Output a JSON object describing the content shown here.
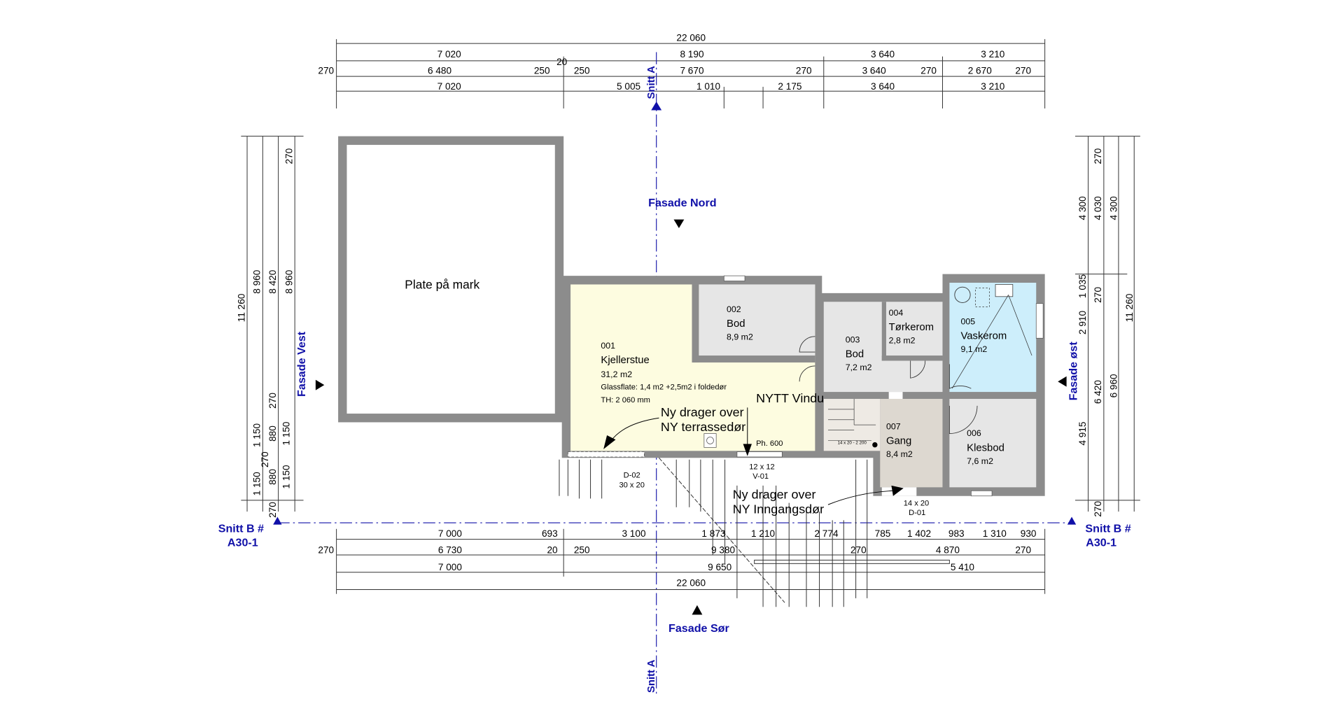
{
  "plan": {
    "slab_label": "Plate på mark",
    "rooms": [
      {
        "number": "001",
        "name": "Kjellerstue",
        "area": "31,2 m2",
        "glass": "Glassflate: 1,4 m2 +2,5m2 i foldedør",
        "height": "TH: 2 060 mm"
      },
      {
        "number": "002",
        "name": "Bod",
        "area": "8,9 m2"
      },
      {
        "number": "003",
        "name": "Bod",
        "area": "7,2 m2"
      },
      {
        "number": "004",
        "name": "Tørkerom",
        "area": "2,8 m2"
      },
      {
        "number": "005",
        "name": "Vaskerom",
        "area": "9,1 m2"
      },
      {
        "number": "006",
        "name": "Klesbod",
        "area": "7,6 m2"
      },
      {
        "number": "007",
        "name": "Gang",
        "area": "8,4 m2"
      }
    ],
    "notes": {
      "drager1_l1": "Ny drager over",
      "drager1_l2": "NY terrassedør",
      "vindu": "NYTT Vindu",
      "drager2_l1": "Ny drager over",
      "drager2_l2": "NY Inngangsdør",
      "ph": "Ph. 600",
      "v01_size": "12 x 12",
      "v01": "V-01",
      "d02": "D-02",
      "d02_size": "30 x 20",
      "d01_size": "14 x 20",
      "d01": "D-01",
      "stair": "14 x 20 - 2 200"
    },
    "markers": {
      "snitt_a": "Snitt A",
      "snitt_b": "Snitt B #",
      "snitt_b_ref": "A30-1",
      "fasade_nord": "Fasade Nord",
      "fasade_vest": "Fasade Vest",
      "fasade_ost": "Fasade øst",
      "fasade_sor": "Fasade Sør"
    },
    "colors": {
      "kjellerstue": "#fdfce0",
      "bod": "#e6e6e6",
      "vaskerom": "#cdeefb",
      "gang": "#ddd8d0",
      "wall": "#8c8c8c",
      "marker": "#1010a8"
    }
  },
  "dims": {
    "top": {
      "total": "22 060",
      "row2": [
        "7 020",
        "8 190",
        "3 640",
        "3 210"
      ],
      "row3": [
        "270",
        "6 480",
        "250",
        "20",
        "250",
        "7 670",
        "270",
        "3 640",
        "270",
        "2 670",
        "270"
      ],
      "row4": [
        "7 020",
        "5 005",
        "1 010",
        "2 175",
        "3 640",
        "3 210"
      ]
    },
    "bottom": {
      "row1": [
        "7 000",
        "693",
        "3 100",
        "1 873",
        "1 210",
        "2 774",
        "785",
        "1 402",
        "983",
        "1 310",
        "930"
      ],
      "row2": [
        "270",
        "6 730",
        "20",
        "250",
        "9 380",
        "270",
        "4 870",
        "270"
      ],
      "row3": [
        "7 000",
        "9 650",
        "5 410"
      ],
      "total": "22 060"
    },
    "left": [
      "11 260",
      "8 960",
      "8 420",
      "8 960",
      "270",
      "270",
      "1 150",
      "880",
      "1 150",
      "270",
      "1 150",
      "880",
      "1 150",
      "270"
    ],
    "right": [
      "4 300",
      "4 030",
      "4 300",
      "270",
      "1 035",
      "270",
      "2 910",
      "4 915",
      "6 420",
      "6 960",
      "11 260",
      "270"
    ]
  }
}
